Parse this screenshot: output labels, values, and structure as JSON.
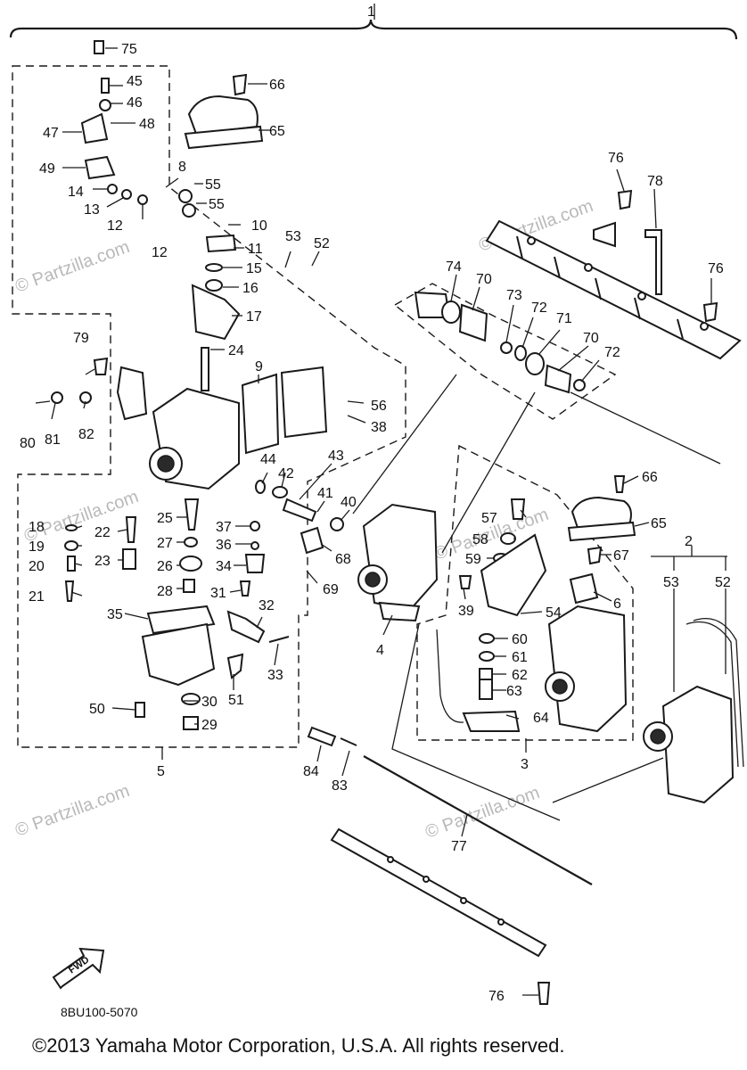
{
  "watermark": "© Partzilla.com",
  "diagram_code": "8BU100-5070",
  "copyright": "©2013 Yamaha Motor Corporation, U.S.A. All rights reserved.",
  "fwd_label": "FWD",
  "callouts": [
    "1",
    "2",
    "3",
    "4",
    "5",
    "6",
    "8",
    "9",
    "10",
    "11",
    "12",
    "12",
    "13",
    "14",
    "15",
    "16",
    "17",
    "18",
    "19",
    "20",
    "21",
    "22",
    "23",
    "24",
    "25",
    "26",
    "27",
    "28",
    "29",
    "30",
    "31",
    "32",
    "33",
    "34",
    "35",
    "36",
    "37",
    "38",
    "39",
    "40",
    "41",
    "42",
    "43",
    "44",
    "45",
    "46",
    "47",
    "48",
    "49",
    "50",
    "51",
    "52",
    "52",
    "53",
    "53",
    "54",
    "55",
    "55",
    "56",
    "57",
    "58",
    "59",
    "60",
    "61",
    "62",
    "63",
    "64",
    "65",
    "65",
    "66",
    "66",
    "67",
    "68",
    "69",
    "70",
    "70",
    "71",
    "72",
    "72",
    "73",
    "74",
    "75",
    "76",
    "76",
    "76",
    "77",
    "78",
    "79",
    "80",
    "81",
    "82",
    "83",
    "84"
  ]
}
